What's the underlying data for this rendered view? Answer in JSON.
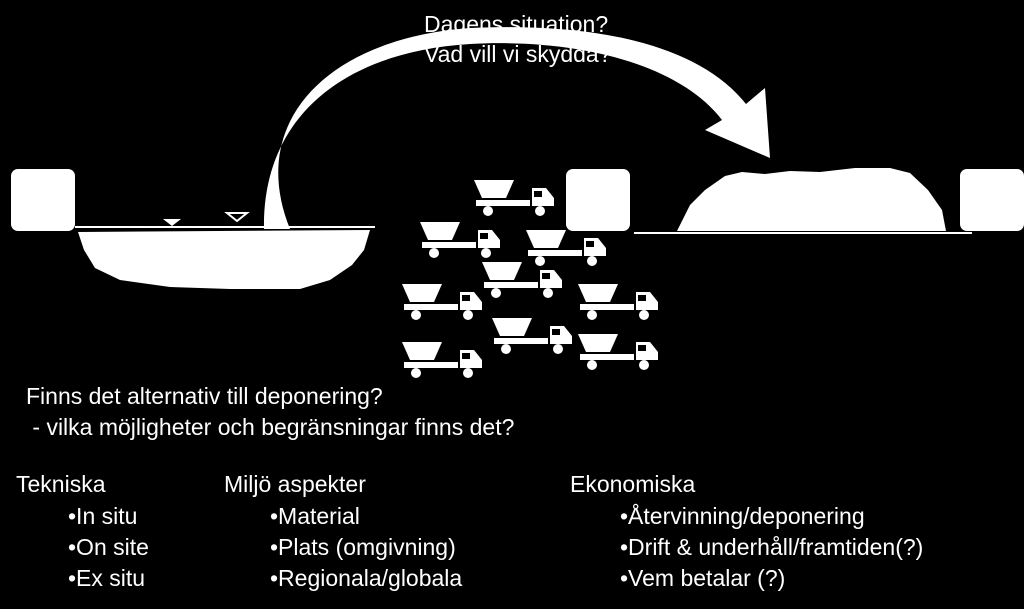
{
  "top_question": {
    "line1": "Dagens situation?",
    "line2": "Vad vill vi skydda?"
  },
  "question": {
    "line1": "Finns det alternativ till deponering?",
    "line2": " - vilka möjligheter och begränsningar finns det?"
  },
  "columns": [
    {
      "heading": "Tekniska",
      "items": [
        "•In situ",
        "•On site",
        "•Ex situ"
      ]
    },
    {
      "heading": "Miljö aspekter",
      "items": [
        "•Material",
        "•Plats (omgivning)",
        "•Regionala/globala"
      ]
    },
    {
      "heading": "Ekonomiska",
      "items": [
        "•Återvinning/deponering",
        "•Drift & underhåll/framtiden(?)",
        "•Vem betalar (?)"
      ]
    }
  ],
  "colors": {
    "background": "#000000",
    "foreground": "#ffffff"
  }
}
